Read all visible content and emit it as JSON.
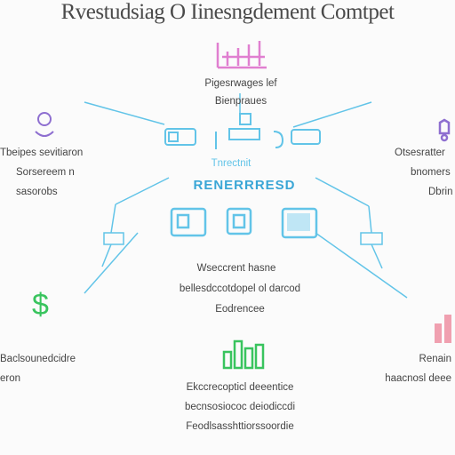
{
  "title": "Rvestudsiag O Iinesngdement Comtpet",
  "top_node": {
    "icon": "bar-chart-icon",
    "line1": "Pigesrwages lef",
    "line2": "Bienpraues"
  },
  "hub": {
    "label": "RENERRRESD",
    "sub": "Tnrectnit"
  },
  "left_top_node": {
    "icon": "user-icon",
    "line1": "Tbeipes sevitiaron",
    "line2": "Sorsereem n",
    "line3": "sasorobs"
  },
  "right_top_node": {
    "icon": "link-icon",
    "line1": "Otsesratter",
    "line2": "bnomers",
    "line3": "Dbrin"
  },
  "center_block": {
    "line1": "Wseccrent hasne",
    "line2": "bellesdccotdopel ol darcod",
    "line3": "Eodrencee"
  },
  "left_bottom_node": {
    "icon": "dollar-icon",
    "symbol": "$",
    "line1": "Baclsounedcidre",
    "line2": "eron"
  },
  "bottom_node": {
    "icon": "bar-chart-icon",
    "line1": "Ekccrecopticl deeentice",
    "line2": "becnsosiococ deiodiccdi",
    "line3": "Feodlsasshttiorssoordie"
  },
  "right_bottom_node": {
    "icon": "bar-chart-icon",
    "line1": "Renain",
    "line2": "haacnosl deee"
  },
  "colors": {
    "line": "#62c4e8",
    "pink": "#e07fd0",
    "green": "#39c45e",
    "purple": "#8e6fd0",
    "rose": "#f0a0b0"
  }
}
